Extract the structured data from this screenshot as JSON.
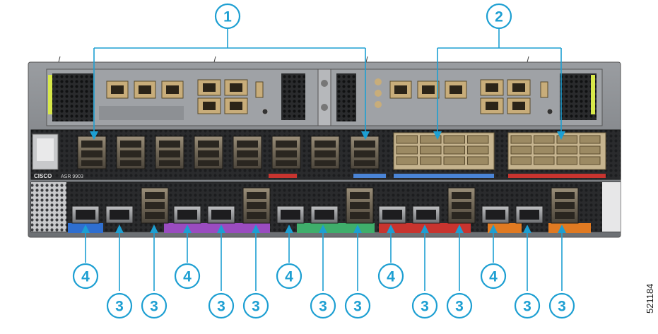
{
  "figure": {
    "figure_id": "521184",
    "brand": "CISCO",
    "model": "ASR 9903"
  },
  "callouts": [
    {
      "key": "c1",
      "number": "1"
    },
    {
      "key": "c2",
      "number": "2"
    },
    {
      "key": "b4a",
      "number": "4"
    },
    {
      "key": "b3a",
      "number": "3"
    },
    {
      "key": "b3b",
      "number": "3"
    },
    {
      "key": "b4b",
      "number": "4"
    },
    {
      "key": "b3c",
      "number": "3"
    },
    {
      "key": "b3d",
      "number": "3"
    },
    {
      "key": "b4c",
      "number": "4"
    },
    {
      "key": "b3e",
      "number": "3"
    },
    {
      "key": "b3f",
      "number": "3"
    },
    {
      "key": "b4d",
      "number": "4"
    },
    {
      "key": "b3g",
      "number": "3"
    },
    {
      "key": "b3h",
      "number": "3"
    },
    {
      "key": "b4e",
      "number": "4"
    },
    {
      "key": "b3i",
      "number": "3"
    },
    {
      "key": "b3j",
      "number": "3"
    }
  ],
  "colors": {
    "callout": "#1d9fd2",
    "chassis": "#7f8286",
    "panel_dark": "#3a3b3d",
    "port_metal": "#b9a98a",
    "rj45_gold": "#c8ad7a",
    "latch_yellow": "#d8e84a",
    "band_blue": "#2f6fd0",
    "band_purple": "#9a4cc0",
    "band_green": "#3fae6b",
    "band_red": "#c8342f",
    "band_orange": "#e07a22"
  }
}
